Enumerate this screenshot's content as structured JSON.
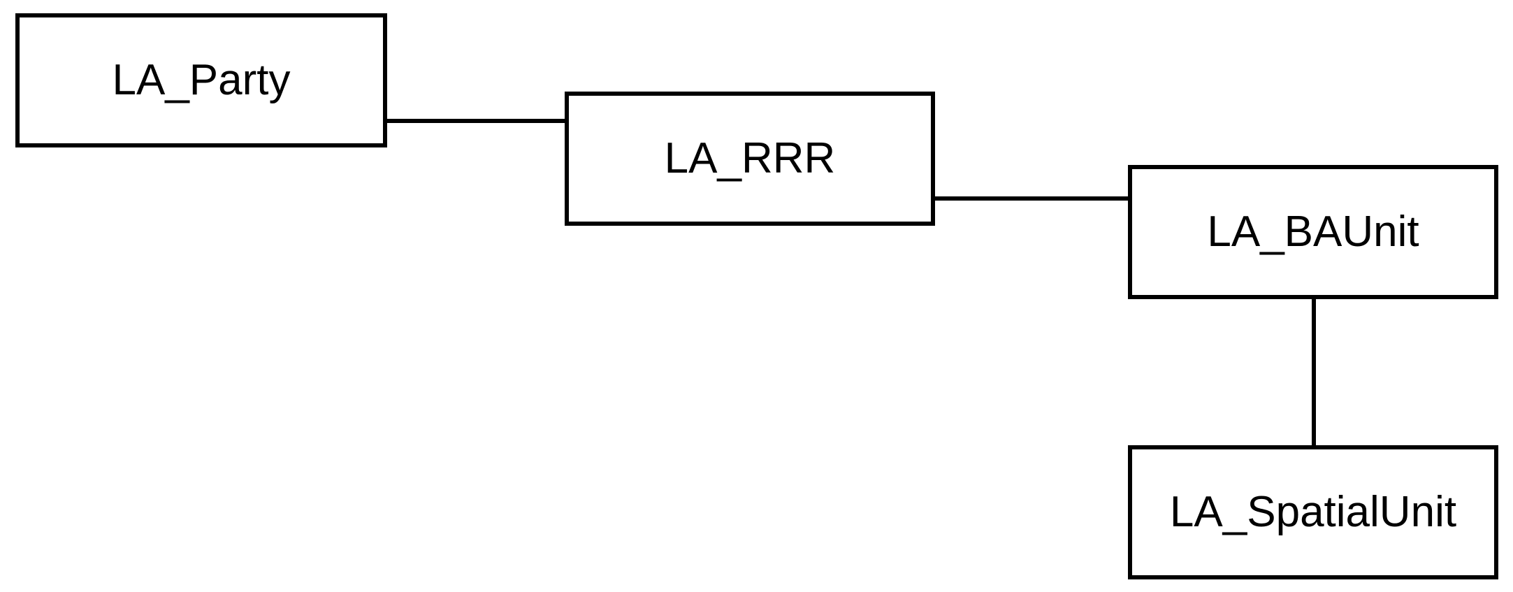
{
  "diagram": {
    "nodes": [
      {
        "id": "party",
        "label": "LA_Party"
      },
      {
        "id": "rrr",
        "label": "LA_RRR"
      },
      {
        "id": "baunit",
        "label": "LA_BAUnit"
      },
      {
        "id": "spatial",
        "label": "LA_SpatialUnit"
      }
    ],
    "edges": [
      {
        "from": "party",
        "to": "rrr"
      },
      {
        "from": "rrr",
        "to": "baunit"
      },
      {
        "from": "baunit",
        "to": "spatial"
      }
    ],
    "colors": {
      "stroke": "#000000",
      "fill": "#ffffff",
      "text": "#000000"
    }
  }
}
